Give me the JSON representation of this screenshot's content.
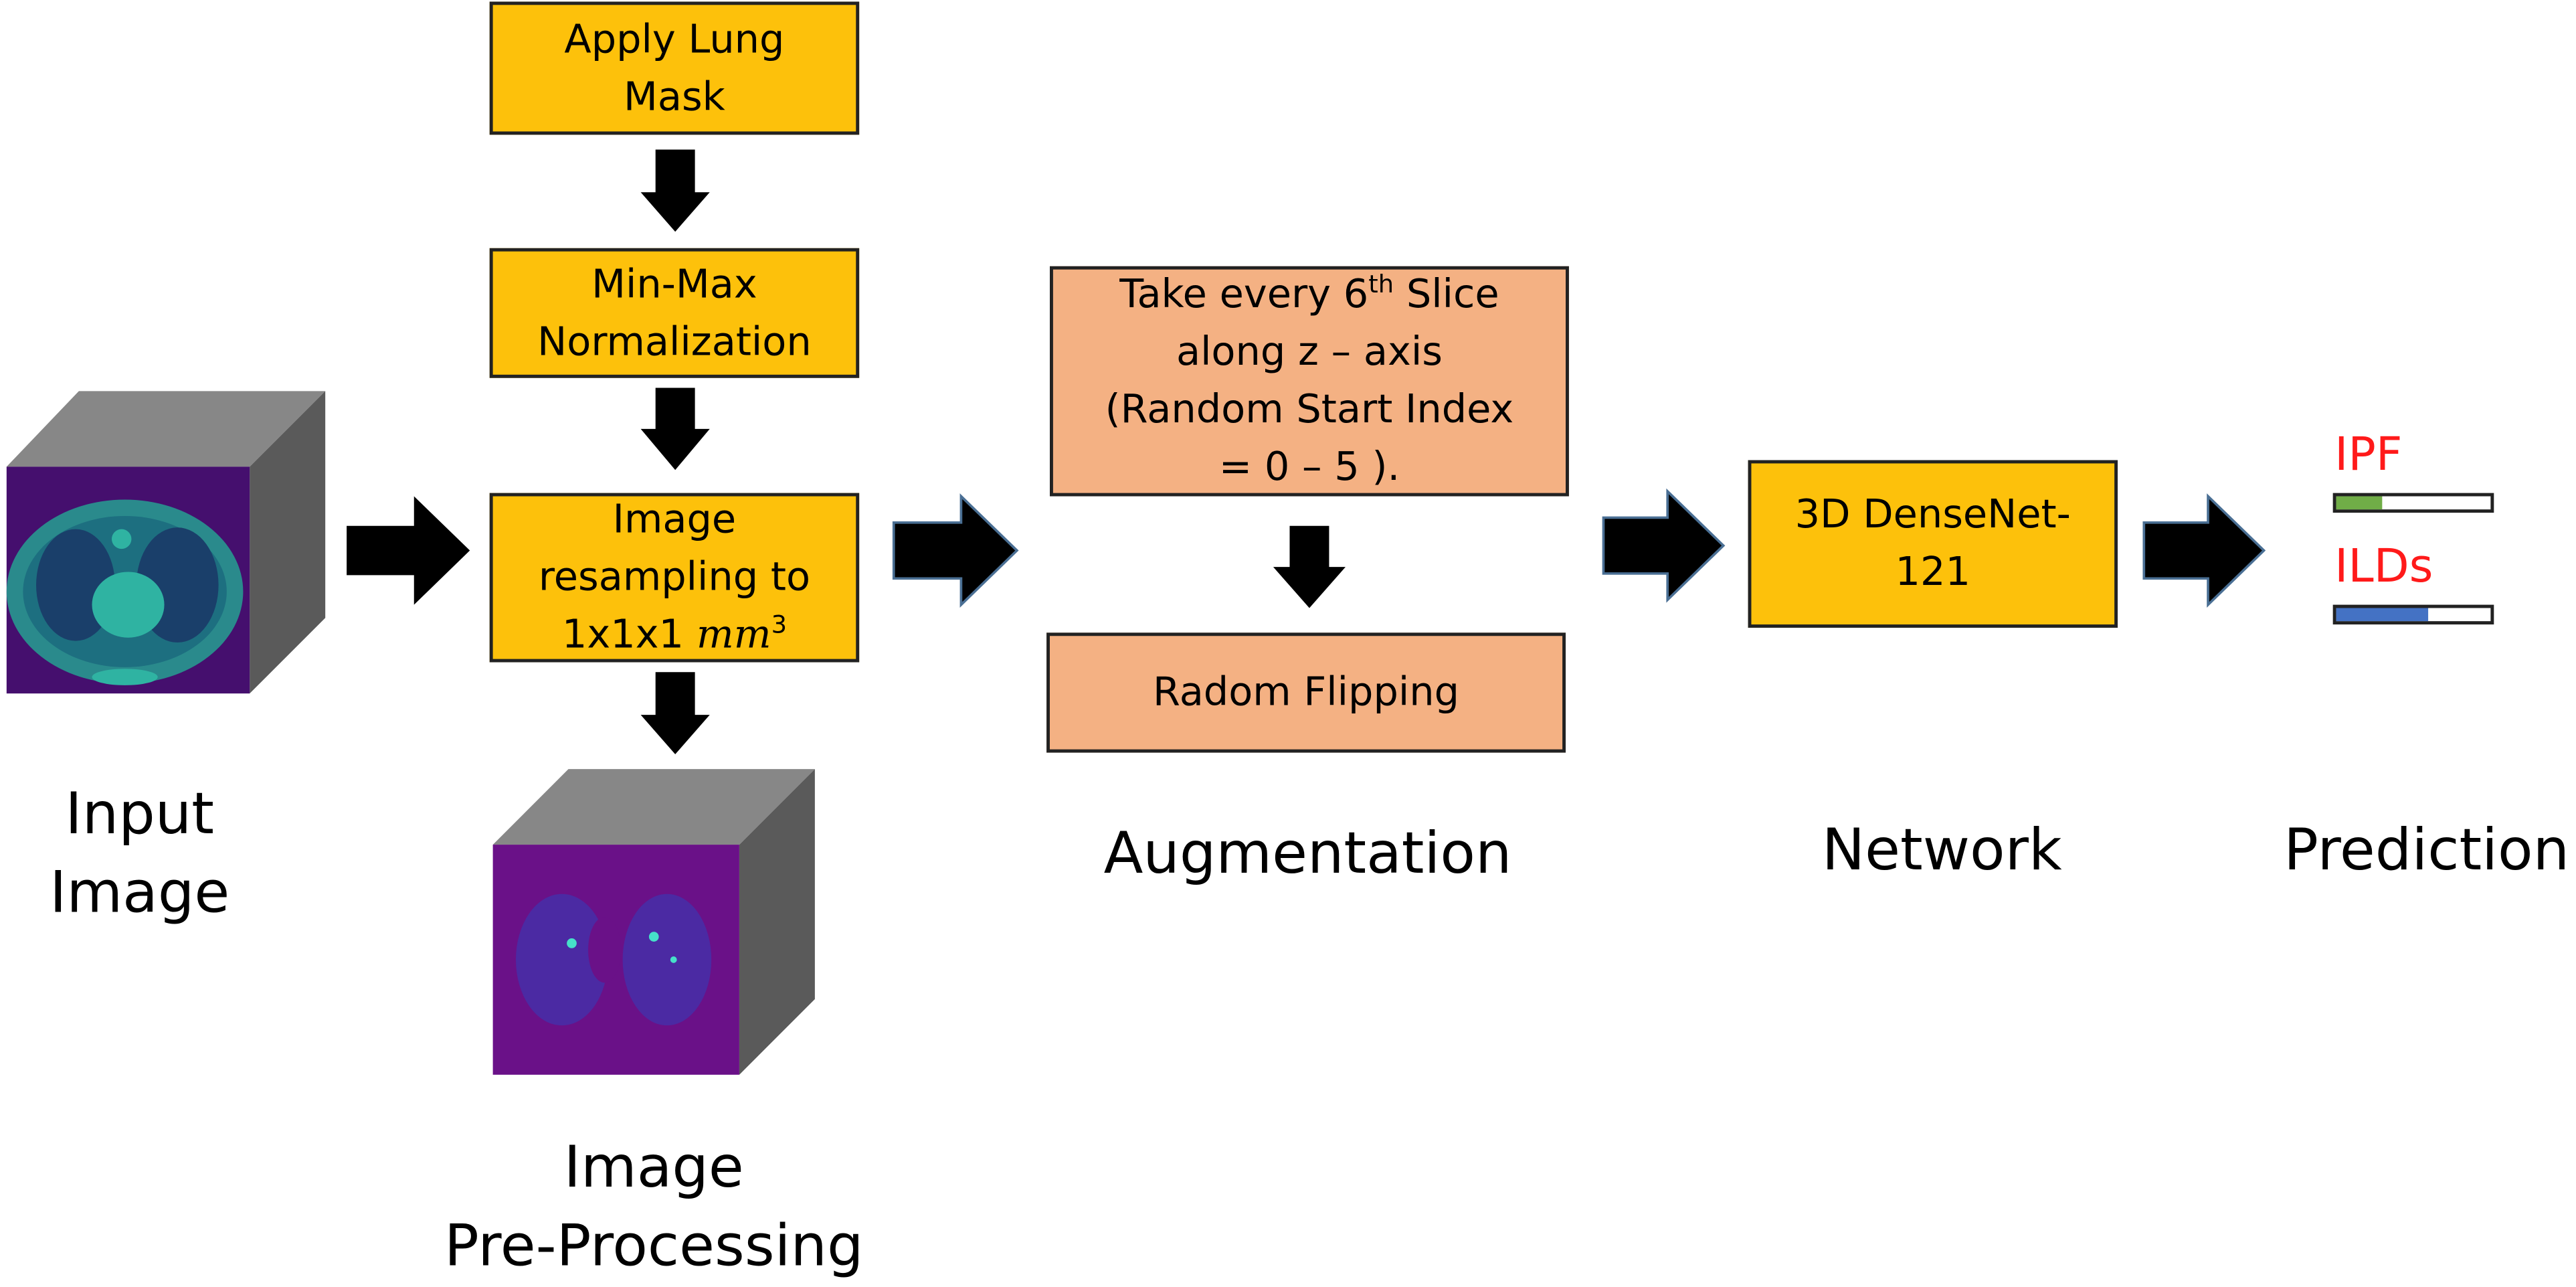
{
  "preprocessing": {
    "step1_lines": [
      "Apply Lung",
      "Mask"
    ],
    "step2_lines": [
      "Min-Max",
      "Normalization"
    ],
    "step3_lines": [
      "Image",
      "resampling to"
    ],
    "step3_prefix": "1x1x1",
    "step3_unit": "mm",
    "step3_exponent": "3"
  },
  "augmentation": {
    "step1_prefix": "Take every 6",
    "step1_superscript": "th",
    "step1_suffix": " Slice",
    "step1_lines": [
      "along z – axis",
      "(Random Start Index",
      "= 0 – 5 )."
    ],
    "step2": "Radom Flipping"
  },
  "network": {
    "box_lines": [
      "3D DenseNet-",
      "121"
    ]
  },
  "prediction": {
    "classes": [
      {
        "label": "IPF",
        "fraction": 0.3,
        "color": "#70ad47"
      },
      {
        "label": "ILDs",
        "fraction": 0.6,
        "color": "#4472c4"
      }
    ]
  },
  "captions": {
    "input_lines": [
      "Input",
      "Image"
    ],
    "preprocessing_lines": [
      "Image",
      "Pre-Processing"
    ],
    "augmentation": "Augmentation",
    "network": "Network",
    "prediction": "Prediction"
  },
  "colors": {
    "preprocessing_box": "#fdc10b",
    "augmentation_box": "#f4b183",
    "arrow": "#000000",
    "prediction_label": "#ff1a1a",
    "ct_background": "#450f6e",
    "cube_side": "#5a5a5a",
    "cube_top": "#878787"
  }
}
